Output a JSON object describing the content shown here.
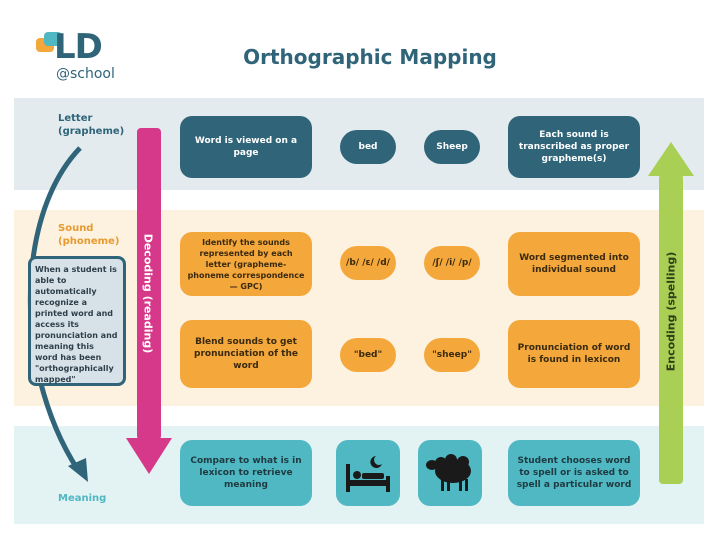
{
  "logo": {
    "ld": "LD",
    "school": "@school"
  },
  "title": "Orthographic Mapping",
  "rows": {
    "letter": "Letter (grapheme)",
    "sound": "Sound (phoneme)",
    "meaning": "Meaning"
  },
  "note": "When a student is able to automatically recognize a printed word and access its pronunciation and meaning this word has been \"orthographically mapped\"",
  "arrows": {
    "decoding": "Decoding (reading)",
    "encoding": "Encoding (spelling)"
  },
  "decoding_column": {
    "viewed": "Word is viewed on a page",
    "identify": "Identify the sounds represented by each letter (grapheme-phoneme correspondence — GPC)",
    "blend": "Blend sounds to get pronunciation of the word",
    "compare": "Compare to what is in lexicon to retrieve meaning"
  },
  "bed_column": {
    "word": "bed",
    "phonemes": "/b/ /ɛ/ /d/",
    "pronunciation": "\"bed\"",
    "icon": "bed-icon"
  },
  "sheep_column": {
    "word": "Sheep",
    "phonemes": "/ʃ/ /i/ /p/",
    "pronunciation": "\"sheep\"",
    "icon": "sheep-icon"
  },
  "encoding_column": {
    "transcribed": "Each sound is transcribed as proper grapheme(s)",
    "segmented": "Word segmented into individual sound",
    "lexicon": "Pronunciation of word is found in lexicon",
    "chooses": "Student chooses word to spell or is asked to spell a particular word"
  },
  "colors": {
    "dark": "#2f6479",
    "orange": "#f4a73a",
    "teal": "#4fb8c3",
    "magenta": "#d6398a",
    "green": "#a9cf54"
  }
}
